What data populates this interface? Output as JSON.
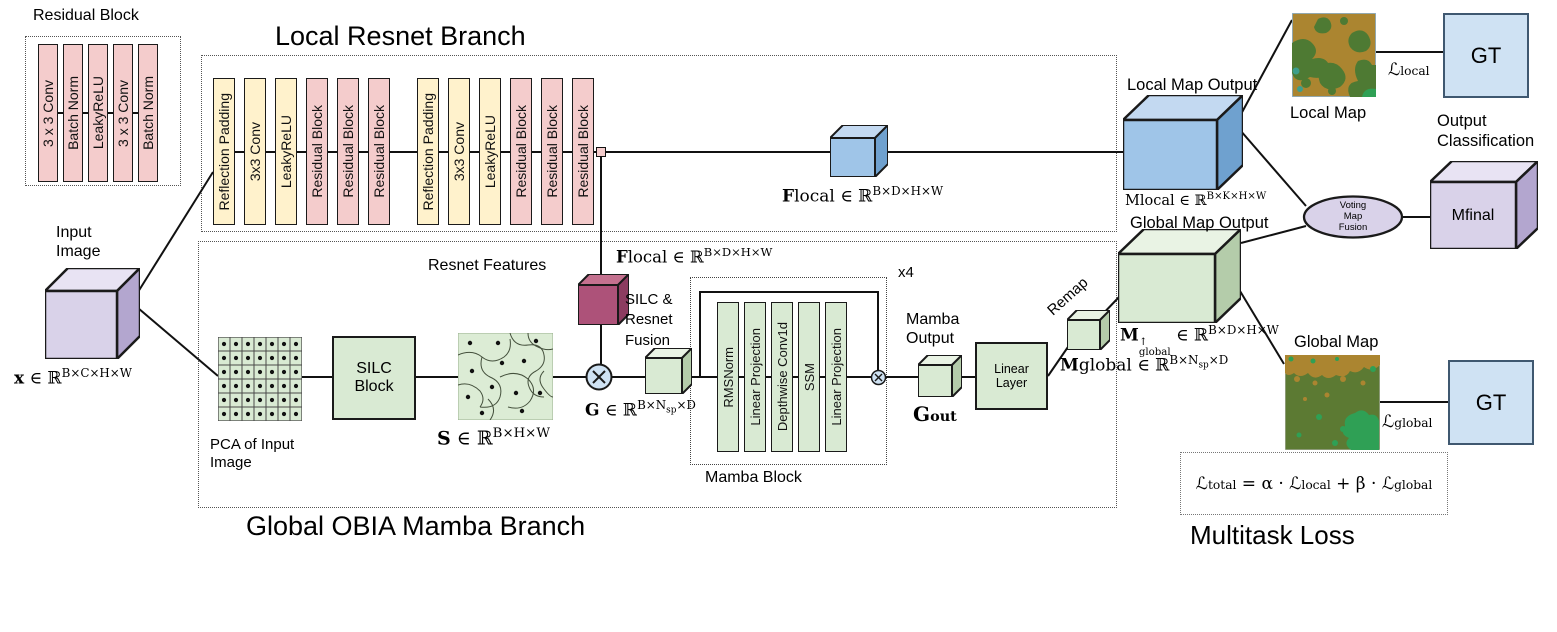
{
  "colors": {
    "bar_pink": "#f4cccc",
    "bar_cream": "#fff2cc",
    "light_green": "#d9ead3",
    "blue_cube": "#9fc5e8",
    "lavender": "#d9d2e9",
    "maroon_cube": "#ad5279",
    "gt_fill": "#cfe2f3",
    "fusion_circle_fill": "#cfe2f3",
    "map_brown": "#ab8530",
    "map_olive": "#5c7a33",
    "map_bright_green": "#2fa055",
    "map_teal": "#3d9e8c"
  },
  "residual_legend": {
    "title": "Residual Block",
    "bars": [
      "3 x 3 Conv",
      "Batch Norm",
      "LeakyReLU",
      "3 x 3 Conv",
      "Batch Norm"
    ]
  },
  "local_branch": {
    "title": "Local Resnet Branch",
    "bars": [
      "Reflection Padding",
      "3x3 Conv",
      "LeakyReLU",
      "Residual Block",
      "Residual Block",
      "Residual Block",
      "Reflection Padding",
      "3x3 Conv",
      "LeakyReLU",
      "Residual Block",
      "Residual Block",
      "Residual Block"
    ]
  },
  "global_branch": {
    "title": "Global OBIA Mamba Branch",
    "pca_label_1": "PCA of Input",
    "pca_label_2": "Image",
    "silc_block_1": "SILC",
    "silc_block_2": "Block",
    "resnet_features": "Resnet Features",
    "fusion_label_1": "SILC &",
    "fusion_label_2": "Resnet",
    "fusion_label_3": "Fusion"
  },
  "mamba": {
    "label": "Mamba Block",
    "repeat": "x4",
    "bars": [
      "RMSNorm",
      "Linear Projection",
      "Depthwise Conv1d",
      "SSM",
      "Linear Projection"
    ],
    "output_label_1": "Mamba",
    "output_label_2": "Output",
    "linear_layer_1": "Linear",
    "linear_layer_2": "Layer",
    "remap": "Remap"
  },
  "math": {
    "x": {
      "bold": "x",
      "mid": " ∈ ℝ",
      "sup": "B×C×H×W"
    },
    "flocal_top": {
      "bold": "F",
      "mid": "local ∈ ℝ",
      "sup": "B×D×H×W"
    },
    "flocal_fusion": {
      "bold": "F",
      "mid": "local ∈ ℝ",
      "sup": "B×D×H×W"
    },
    "s": {
      "bold": "S",
      "mid": " ∈ ℝ",
      "sup": "B×H×W"
    },
    "g": {
      "bold": "G",
      "mid": " ∈ ℝ",
      "sup_a": "B×N",
      "sup_sub": "sp",
      "sup_b": "×D"
    },
    "gout": {
      "bold": "G",
      "sub": "out"
    },
    "mlocal": {
      "base": "Mlocal ∈ ℝ",
      "sup": "B×K×H×W"
    },
    "mglobal_up": {
      "bold": "M",
      "up": "↑",
      "dn": "global",
      "mid": " ∈ ℝ",
      "sup": "B×D×H×W"
    },
    "mglobal": {
      "bold": "M",
      "mid": "global ∈ ℝ",
      "sup_a": "B×N",
      "sup_sub": "sp",
      "sup_b": "×D"
    },
    "l_local": {
      "l": "ℒ",
      "sub": "local"
    },
    "l_global": {
      "l": "ℒ",
      "sub": "global"
    },
    "loss": {
      "l1": "ℒ",
      "s1": "total",
      "m1": " = α · ",
      "l2": "ℒ",
      "s2": "local",
      "m2": " + β · ",
      "l3": "ℒ",
      "s3": "global"
    }
  },
  "io": {
    "input_1": "Input",
    "input_2": "Image",
    "local_map_output": "Local Map Output",
    "global_map_output": "Global Map Output",
    "local_map": "Local Map",
    "global_map": "Global Map",
    "gt_local": "GT",
    "gt_global": "GT",
    "output_cls_1": "Output",
    "output_cls_2": "Classification",
    "mfinal": "Mfinal",
    "voting_1": "Voting",
    "voting_2": "Map",
    "voting_3": "Fusion",
    "multitask": "Multitask Loss"
  }
}
